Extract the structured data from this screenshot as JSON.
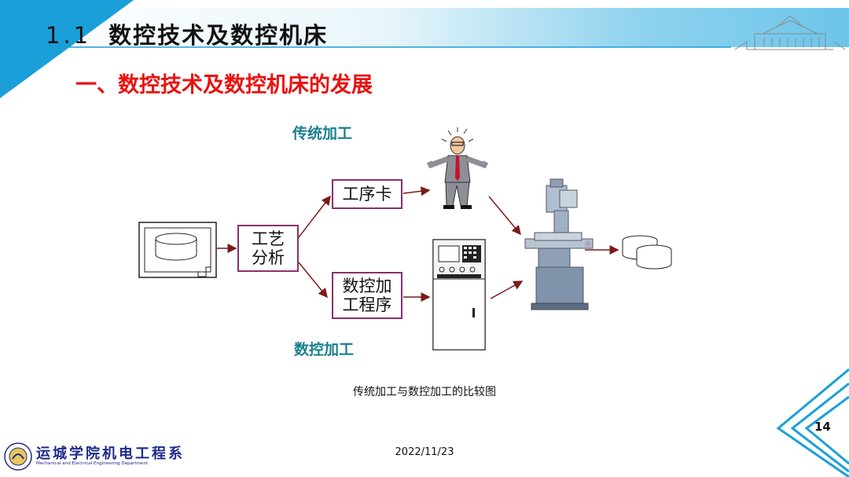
{
  "header": {
    "section_number": "1.1",
    "section_title": "数控技术及数控机床",
    "subtitle": "一、数控技术及数控机床的发展"
  },
  "diagram": {
    "label_traditional": "传统加工",
    "label_cnc": "数控加工",
    "box_analysis_line1": "工艺",
    "box_analysis_line2": "分析",
    "box_card": "工序卡",
    "box_program_line1": "数控加",
    "box_program_line2": "工程序",
    "caption": "传统加工与数控加工的比较图"
  },
  "footer": {
    "dept_name": "运城学院机电工程系",
    "dept_name_en": "Mechanical and Electrical Engineering Department",
    "date": "2022/11/23",
    "page_number": "14"
  },
  "colors": {
    "accent_blue": "#1b9fd8",
    "title_red": "#e8120f",
    "label_teal": "#1a7f8e",
    "box_border": "#8b2f6e",
    "arrow": "#7a1a1a",
    "dept_blue": "#1f2b8a"
  },
  "icons": {
    "drawing": "blueprint-drawing-icon",
    "worker": "worker-person-icon",
    "controller": "cnc-controller-cabinet-icon",
    "machine": "milling-machine-icon",
    "parts": "finished-parts-icon",
    "building": "building-watermark-icon",
    "chevron": "chevron-left-icon"
  }
}
